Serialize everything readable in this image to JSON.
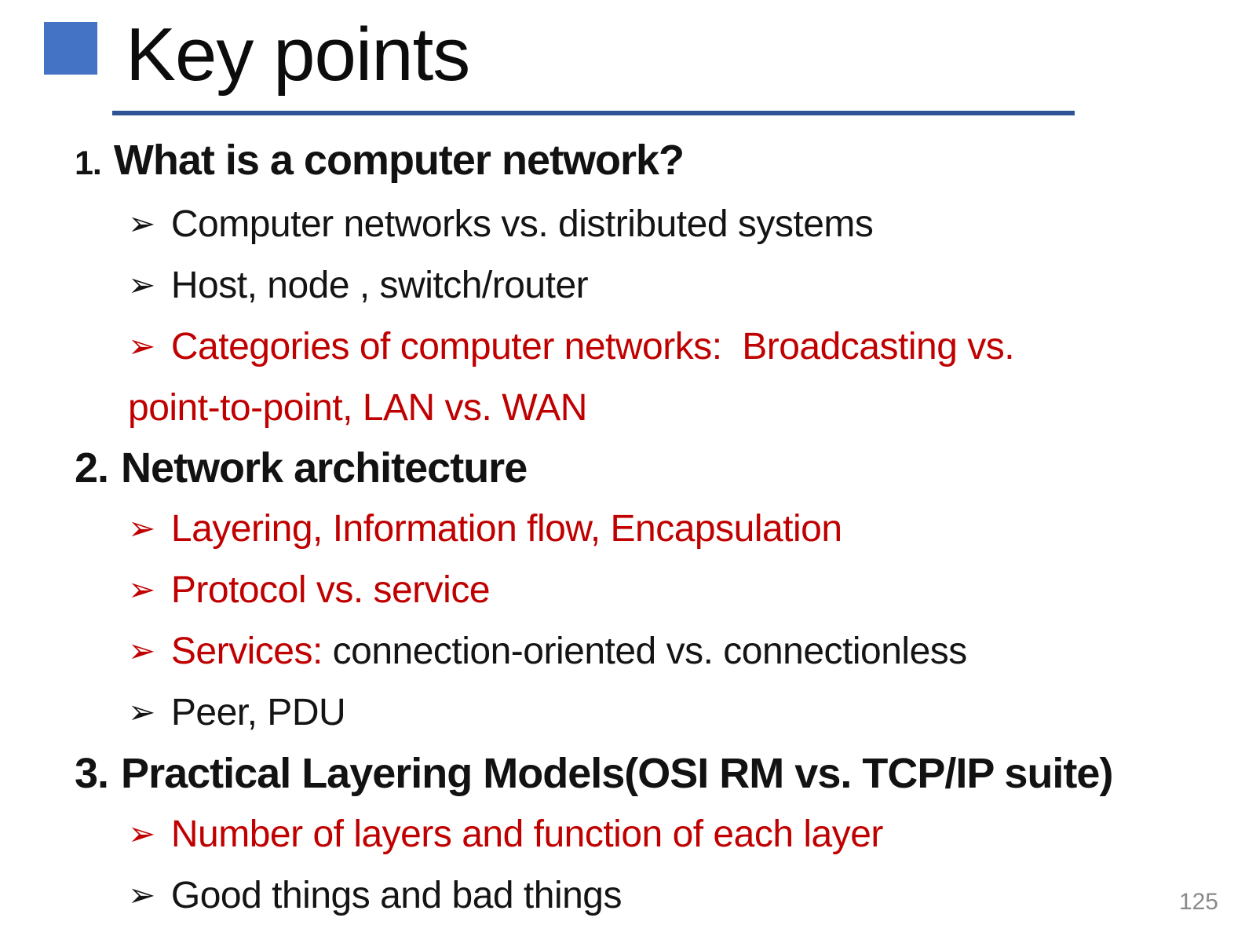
{
  "slide": {
    "title": "Key points",
    "bullet_glyph": "➢",
    "page_number": "125"
  },
  "colors": {
    "red": "#C00000",
    "blue_square": "#4472C4",
    "underline": "#2F5496",
    "page_number": "#8a8a8a"
  },
  "sections": [
    {
      "number": "1.",
      "title": "What is a computer network?",
      "bullets": [
        {
          "text": "Computer networks vs. distributed systems",
          "color": "black"
        },
        {
          "text": "Host, node , switch/router",
          "color": "black"
        },
        {
          "line1": "Categories of computer networks:  Broadcasting vs.",
          "line2": "point-to-point, LAN vs. WAN",
          "color": "red"
        }
      ]
    },
    {
      "number": "2.",
      "title": "Network architecture",
      "bullets": [
        {
          "text": "Layering, Information flow, Encapsulation",
          "color": "red"
        },
        {
          "text": "Protocol vs. service",
          "color": "red"
        },
        {
          "lead": "Services:",
          "rest": " connection-oriented vs. connectionless",
          "lead_color": "red",
          "rest_color": "black"
        },
        {
          "text": "Peer, PDU",
          "color": "black"
        }
      ]
    },
    {
      "number": "3.",
      "title": "Practical Layering Models(OSI RM vs. TCP/IP suite)",
      "bullets": [
        {
          "text": "Number of layers and function of each layer",
          "color": "red"
        },
        {
          "text": "Good things and bad things",
          "color": "black"
        }
      ]
    }
  ]
}
